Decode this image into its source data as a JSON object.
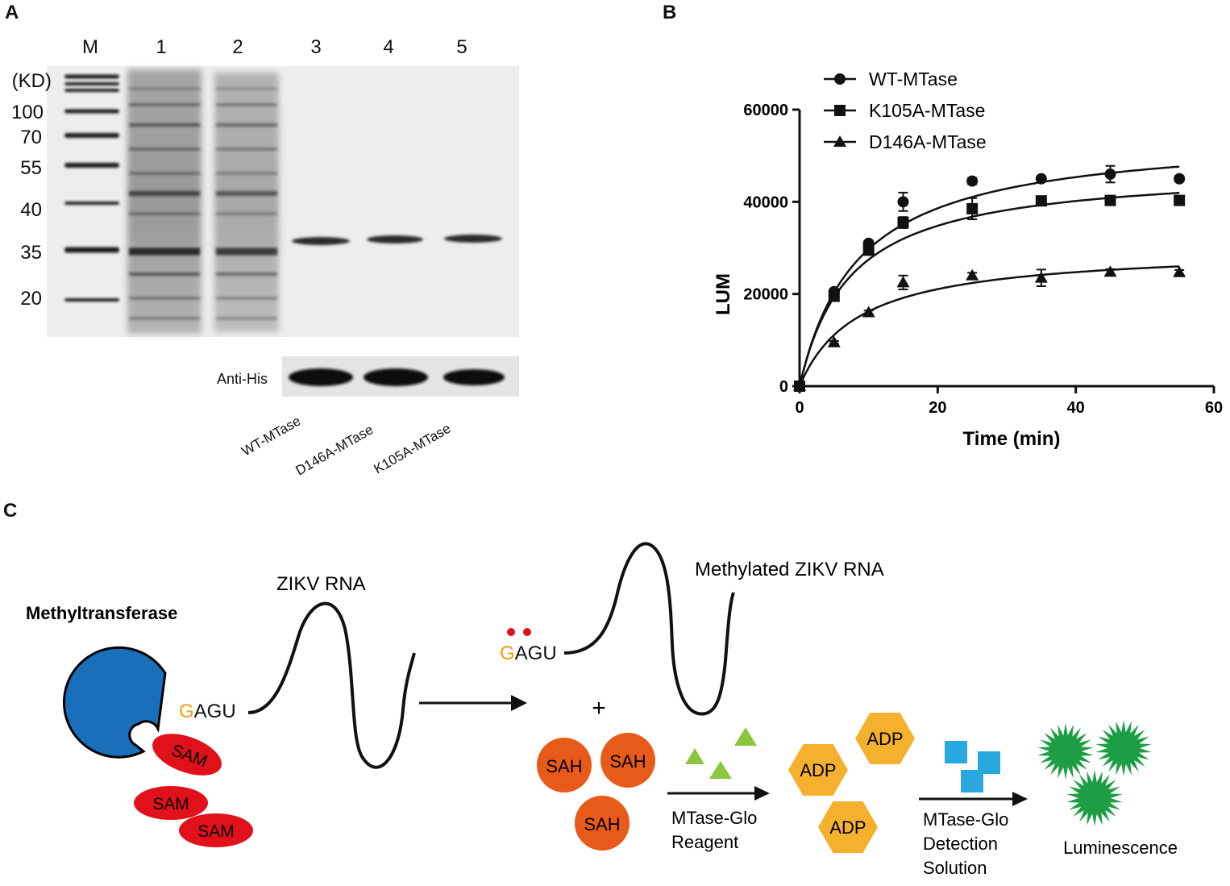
{
  "panels": {
    "a": "A",
    "b": "B",
    "c": "C"
  },
  "gel": {
    "lane_labels": [
      "M",
      "1",
      "2",
      "3",
      "4",
      "5"
    ],
    "unit_label": "(KD)",
    "markers": [
      "100",
      "70",
      "55",
      "40",
      "35",
      "20"
    ],
    "blot_label": "Anti-His",
    "sample_labels": [
      "WT-MTase",
      "D146A-MTase",
      "K105A-MTase"
    ]
  },
  "chart_data": {
    "type": "scatter",
    "xlabel": "Time (min)",
    "ylabel": "LUM",
    "xlim": [
      0,
      60
    ],
    "ylim": [
      0,
      60000
    ],
    "xticks": [
      "0",
      "20",
      "40",
      "60"
    ],
    "yticks": [
      "0",
      "20000",
      "40000",
      "60000"
    ],
    "legend_position": "top-left",
    "grid": false,
    "series": [
      {
        "name": "WT-MTase",
        "marker": "circle",
        "x": [
          0,
          5,
          10,
          15,
          25,
          35,
          45,
          55
        ],
        "y": [
          0,
          20500,
          31000,
          40000,
          44500,
          45000,
          46000,
          45000
        ],
        "err": [
          0,
          600,
          600,
          2000,
          700,
          500,
          1800,
          600
        ],
        "fit": {
          "vmax": 55000,
          "km": 8.5
        }
      },
      {
        "name": "K105A-MTase",
        "marker": "square",
        "x": [
          0,
          5,
          10,
          15,
          25,
          35,
          45,
          55
        ],
        "y": [
          0,
          19500,
          29500,
          35500,
          38500,
          40200,
          40300,
          40300
        ],
        "err": [
          0,
          600,
          600,
          1200,
          2300,
          500,
          500,
          500
        ],
        "fit": {
          "vmax": 47500,
          "km": 7.3
        }
      },
      {
        "name": "D146A-MTase",
        "marker": "triangle",
        "x": [
          0,
          5,
          10,
          15,
          25,
          35,
          45,
          55
        ],
        "y": [
          0,
          9500,
          16000,
          22500,
          24000,
          23500,
          24800,
          24700
        ],
        "err": [
          0,
          300,
          400,
          1500,
          600,
          1800,
          600,
          500
        ],
        "fit": {
          "vmax": 30000,
          "km": 8.5
        }
      }
    ]
  },
  "schematic": {
    "enzyme_label": "Methyltransferase",
    "sam_label": "SAM",
    "rna_label": "ZIKV RNA",
    "seq_first": "G",
    "seq_rest": "AGU",
    "methylated_label": "Methylated ZIKV RNA",
    "plus": "+",
    "sah_label": "SAH",
    "reagent_line1": "MTase-Glo",
    "reagent_line2": "Reagent",
    "adp_label": "ADP",
    "detection_line1": "MTase-Glo",
    "detection_line2": "Detection",
    "detection_line3": "Solution",
    "luminescence_label": "Luminescence",
    "colors": {
      "enzyme": "#1a6fba",
      "sam": "#e0111b",
      "sah": "#e85a1a",
      "adp": "#f5b02e",
      "triangle": "#8cc63f",
      "square": "#29a8e0",
      "star": "#1e9e44",
      "g_orange": "#f39c12",
      "methyl_dot": "#e0111b"
    }
  }
}
